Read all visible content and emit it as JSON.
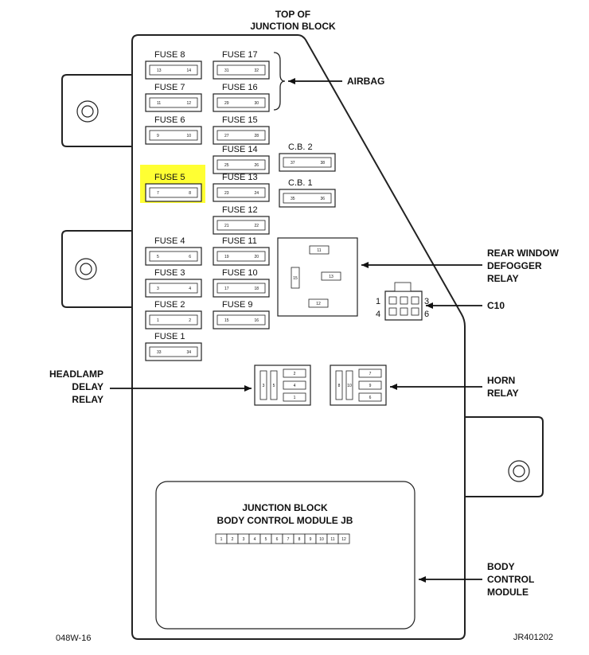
{
  "header": {
    "line1": "TOP OF",
    "line2": "JUNCTION BLOCK"
  },
  "colors": {
    "highlight": "#ffff33",
    "outline": "#222222"
  },
  "highlighted_item": "FUSE 5",
  "fuses": [
    {
      "label": "FUSE 8",
      "pins": [
        "13",
        "14"
      ]
    },
    {
      "label": "FUSE 7",
      "pins": [
        "11",
        "12"
      ]
    },
    {
      "label": "FUSE 6",
      "pins": [
        "9",
        "10"
      ]
    },
    {
      "label": "FUSE 5",
      "pins": [
        "7",
        "8"
      ]
    },
    {
      "label": "FUSE 4",
      "pins": [
        "5",
        "6"
      ]
    },
    {
      "label": "FUSE 3",
      "pins": [
        "3",
        "4"
      ]
    },
    {
      "label": "FUSE 2",
      "pins": [
        "1",
        "2"
      ]
    },
    {
      "label": "FUSE 1",
      "pins": [
        "33",
        "34"
      ]
    },
    {
      "label": "FUSE 17",
      "pins": [
        "31",
        "32"
      ]
    },
    {
      "label": "FUSE 16",
      "pins": [
        "29",
        "30"
      ]
    },
    {
      "label": "FUSE 15",
      "pins": [
        "27",
        "28"
      ]
    },
    {
      "label": "FUSE 14",
      "pins": [
        "25",
        "26"
      ]
    },
    {
      "label": "FUSE 13",
      "pins": [
        "23",
        "24"
      ]
    },
    {
      "label": "FUSE 12",
      "pins": [
        "21",
        "22"
      ]
    },
    {
      "label": "FUSE 11",
      "pins": [
        "19",
        "20"
      ]
    },
    {
      "label": "FUSE 10",
      "pins": [
        "17",
        "18"
      ]
    },
    {
      "label": "FUSE 9",
      "pins": [
        "15",
        "16"
      ]
    }
  ],
  "breakers": [
    {
      "label": "C.B. 2",
      "pins": [
        "37",
        "38"
      ]
    },
    {
      "label": "C.B. 1",
      "pins": [
        "35",
        "36"
      ]
    }
  ],
  "rear_relay_pins": [
    "11",
    "15",
    "13",
    "12"
  ],
  "headlamp_relay_pins": [
    "3",
    "5",
    "2",
    "4",
    "1"
  ],
  "horn_relay_pins": [
    "8",
    "10",
    "7",
    "9",
    "6"
  ],
  "c10_pins": [
    "1",
    "3",
    "4",
    "6"
  ],
  "callouts": {
    "airbag": "AIRBAG",
    "rear_window": [
      "REAR WINDOW",
      "DEFOGGER",
      "RELAY"
    ],
    "c10": "C10",
    "headlamp": [
      "HEADLAMP",
      "DELAY",
      "RELAY"
    ],
    "horn": [
      "HORN",
      "RELAY"
    ],
    "bcm": [
      "BODY",
      "CONTROL",
      "MODULE"
    ]
  },
  "bcm_connector": {
    "title1": "JUNCTION BLOCK",
    "title2": "BODY CONTROL MODULE JB",
    "pins": [
      "1",
      "2",
      "3",
      "4",
      "5",
      "6",
      "7",
      "8",
      "9",
      "10",
      "11",
      "12"
    ]
  },
  "footer": {
    "left": "048W-16",
    "right": "JR401202"
  }
}
